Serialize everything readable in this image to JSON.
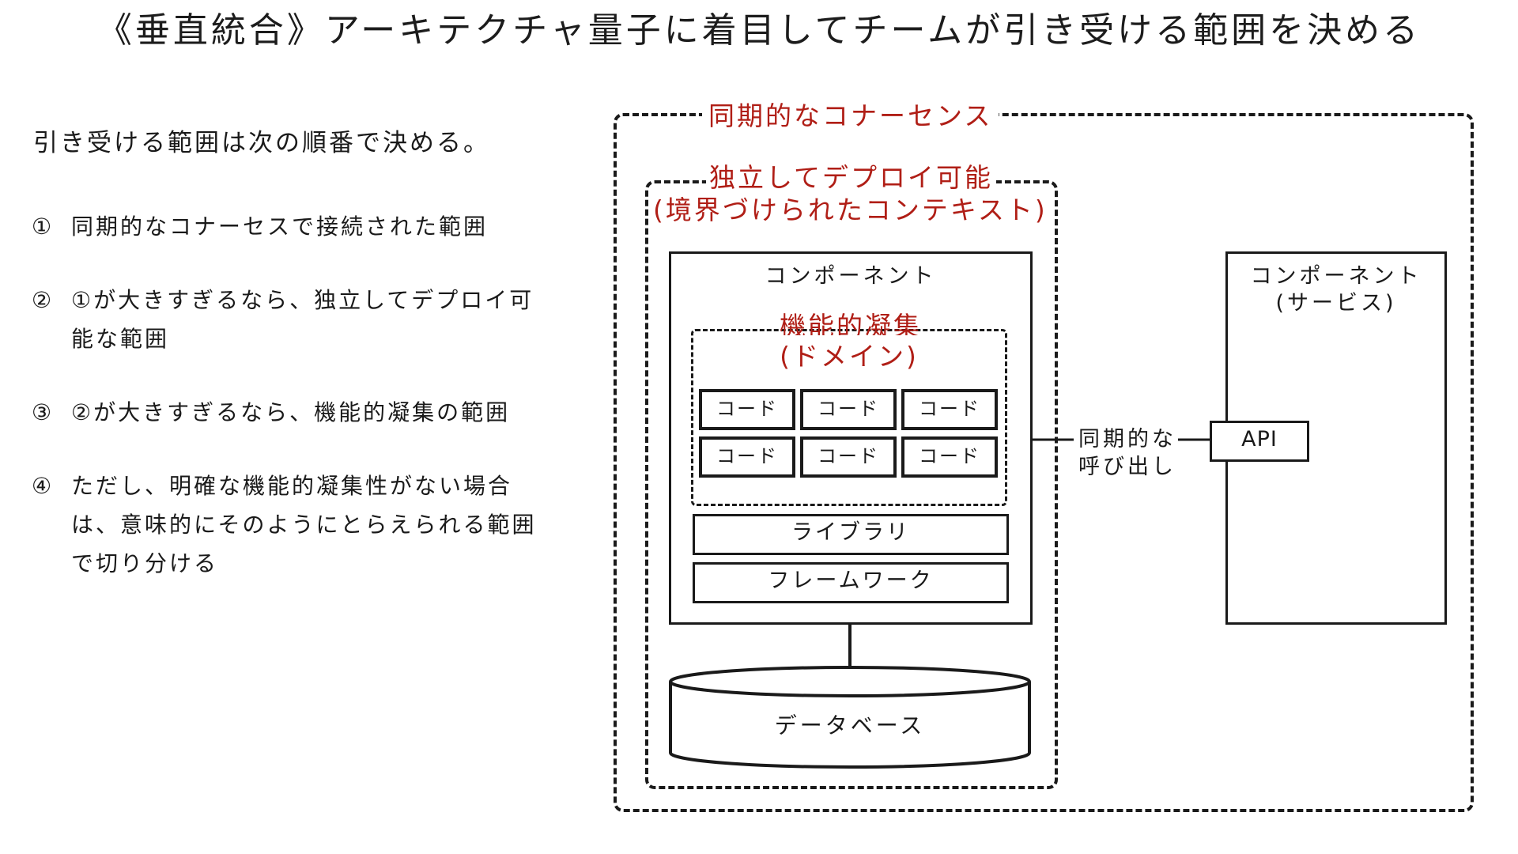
{
  "title": "《垂直統合》アーキテクチャ量子に着目してチームが引き受ける範囲を決める",
  "intro": "引き受ける範囲は次の順番で決める。",
  "steps": [
    {
      "num": "①",
      "lines": [
        "同期的なコナーセスで接続された範囲"
      ]
    },
    {
      "num": "②",
      "lines": [
        "①が大きすぎるなら、独立してデプロイ可",
        "能な範囲"
      ]
    },
    {
      "num": "③",
      "lines": [
        "②が大きすぎるなら、機能的凝集の範囲"
      ]
    },
    {
      "num": "④",
      "lines": [
        "ただし、明確な機能的凝集性がない場合",
        "は、意味的にそのようにとらえられる範囲",
        "で切り分ける"
      ]
    }
  ],
  "diagram": {
    "sync_connascence_label": "同期的なコナーセンス",
    "deploy_label_line1": "独立してデプロイ可能",
    "deploy_label_line2": "(境界づけられたコンテキスト)",
    "component_label": "コンポーネント",
    "cohesion_label_line1": "機能的凝集",
    "cohesion_label_line2": "(ドメイン)",
    "code_cells": [
      "コード",
      "コード",
      "コード",
      "コード",
      "コード",
      "コード"
    ],
    "library_label": "ライブラリ",
    "framework_label": "フレームワーク",
    "database_label": "データベース",
    "sync_call_line1": "同期的な",
    "sync_call_line2": "呼び出し",
    "service_label_line1": "コンポーネント",
    "service_label_line2": "(サービス)",
    "api_label": "API"
  },
  "colors": {
    "accent_red": "#b01e16",
    "ink": "#1a1a1a"
  }
}
